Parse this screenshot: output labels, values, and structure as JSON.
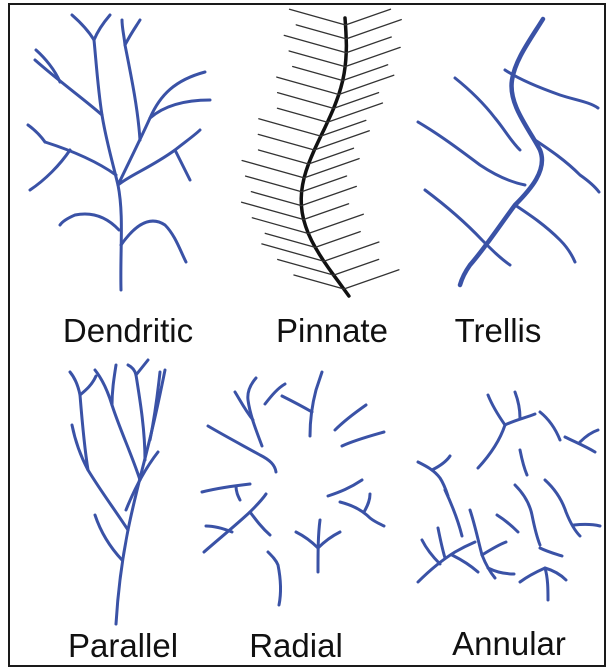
{
  "patterns": [
    {
      "key": "dendritic",
      "label": "Dendritic"
    },
    {
      "key": "pinnate",
      "label": "Pinnate"
    },
    {
      "key": "trellis",
      "label": "Trellis"
    },
    {
      "key": "parallel",
      "label": "Parallel"
    },
    {
      "key": "radial",
      "label": "Radial"
    },
    {
      "key": "annular",
      "label": "Annular"
    }
  ],
  "colors": {
    "river": "#3a52a6",
    "pinnate": "#111111",
    "border": "#1a1a1a"
  }
}
